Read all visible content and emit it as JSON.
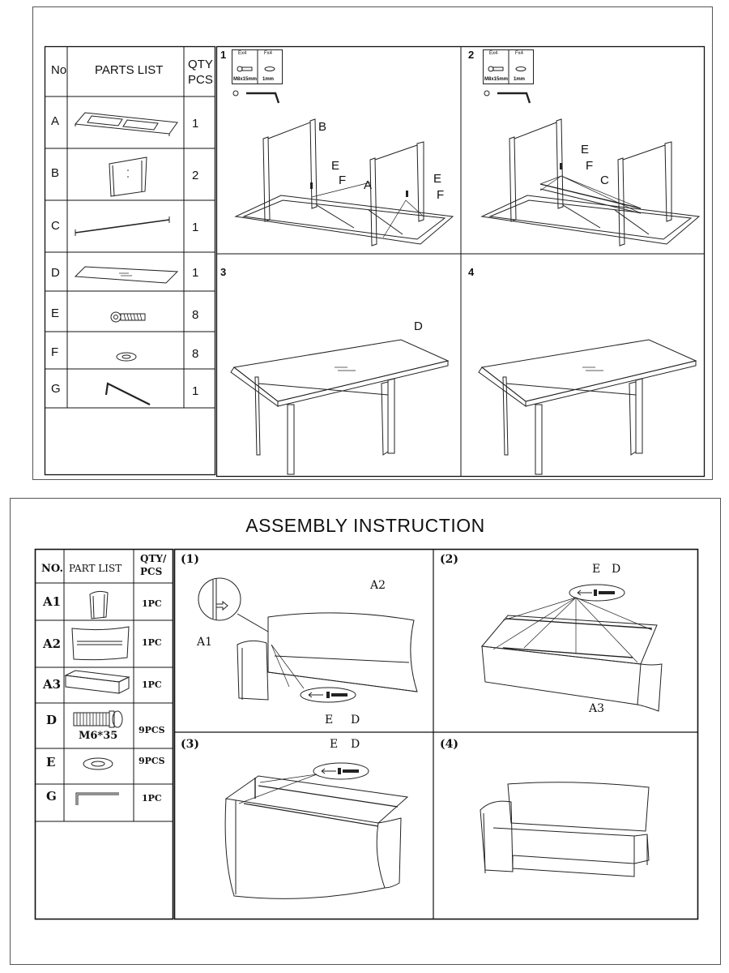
{
  "table_sheet": {
    "header": {
      "no": "No",
      "parts_list": "PARTS LIST",
      "qty_line1": "QTY",
      "qty_line2": "PCS"
    },
    "parts": [
      {
        "letter": "A",
        "qty": "1",
        "icon": "table-frame-icon"
      },
      {
        "letter": "B",
        "qty": "2",
        "icon": "side-panel-icon"
      },
      {
        "letter": "C",
        "qty": "1",
        "icon": "crossbar-icon"
      },
      {
        "letter": "D",
        "qty": "1",
        "icon": "glass-top-icon"
      },
      {
        "letter": "E",
        "qty": "8",
        "icon": "bolt-icon"
      },
      {
        "letter": "F",
        "qty": "8",
        "icon": "washer-icon"
      },
      {
        "letter": "G",
        "qty": "1",
        "icon": "allen-key-icon"
      }
    ],
    "steps": [
      {
        "number": "1",
        "hw_e": "Ex4",
        "hw_f": "Fx4",
        "hw_size": "M8x15mm",
        "hw_thick": "1mm",
        "labels": [
          "B",
          "E",
          "F",
          "A",
          "E",
          "F"
        ]
      },
      {
        "number": "2",
        "hw_e": "Ex4",
        "hw_f": "Fx4",
        "hw_size": "M8x15mm",
        "hw_thick": "1mm",
        "labels": [
          "E",
          "F",
          "C"
        ]
      },
      {
        "number": "3",
        "labels": [
          "D"
        ]
      },
      {
        "number": "4",
        "labels": []
      }
    ]
  },
  "sofa_sheet": {
    "title": "ASSEMBLY INSTRUCTION",
    "header": {
      "no": "NO.",
      "part_list": "PART LIST",
      "qty_line1": "QTY/",
      "qty_line2": "PCS"
    },
    "parts": [
      {
        "code": "A1",
        "qty": "1PC",
        "icon": "armrest-panel-icon",
        "caption": ""
      },
      {
        "code": "A2",
        "qty": "1PC",
        "icon": "backrest-panel-icon",
        "caption": ""
      },
      {
        "code": "A3",
        "qty": "1PC",
        "icon": "seat-box-icon",
        "caption": ""
      },
      {
        "code": "D",
        "qty": "9PCS",
        "icon": "screw-icon",
        "caption": "M6*35"
      },
      {
        "code": "E",
        "qty": "9PCS",
        "icon": "washer-icon",
        "caption": ""
      },
      {
        "code": "G",
        "qty": "1PC",
        "icon": "allen-key-icon",
        "caption": ""
      }
    ],
    "steps": [
      {
        "number": "(1)",
        "labels": [
          "A2",
          "A1",
          "E",
          "D"
        ]
      },
      {
        "number": "(2)",
        "labels": [
          "E",
          "D",
          "A3"
        ]
      },
      {
        "number": "(3)",
        "labels": [
          "E",
          "D"
        ]
      },
      {
        "number": "(4)",
        "labels": []
      }
    ]
  }
}
